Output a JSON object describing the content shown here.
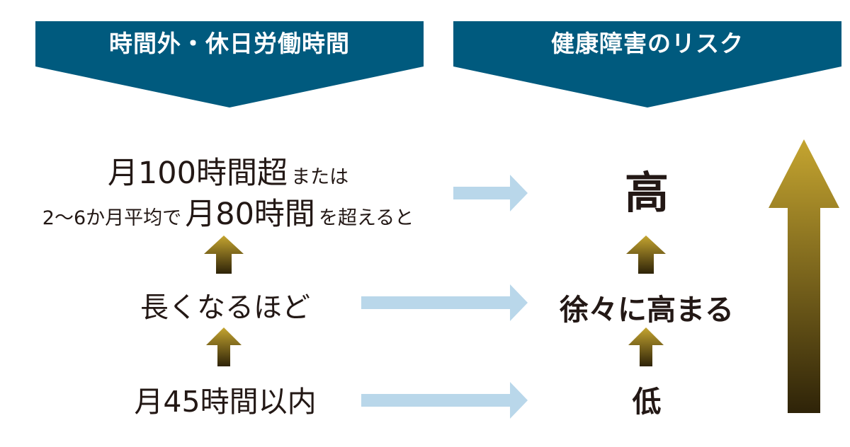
{
  "headers": {
    "left": "時間外・休日労働時間",
    "right": "健康障害のリスク"
  },
  "hours": {
    "row1": {
      "main": "月100時間超",
      "suffix": "または"
    },
    "row2": {
      "prefix": "2〜6か月平均で",
      "main": "月80時間",
      "suffix": "を超えると"
    },
    "row3": "長くなるほど",
    "row4": "月45時間以内"
  },
  "risk": {
    "high": "高",
    "mid": "徐々に高まる",
    "low": "低"
  },
  "colors": {
    "banner": "#005a7e",
    "arrow_light_blue": "#b9d7ea",
    "gold_top": "#c5a530",
    "gold_bottom": "#2e2308",
    "text": "#231815"
  }
}
